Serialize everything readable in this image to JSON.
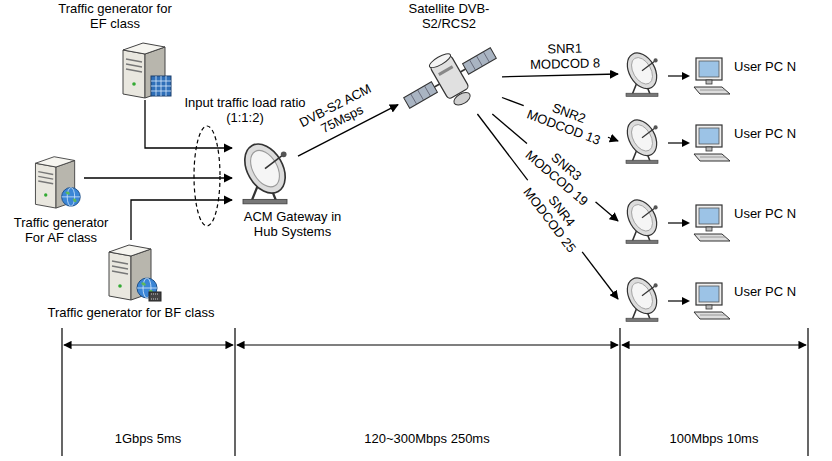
{
  "diagram": {
    "nodes": [
      {
        "text": [
          "Traffic generator for EF class"
        ]
      },
      {
        "text": [
          "Traffic generator For AF class"
        ]
      },
      {
        "text": [
          "Traffic generator for BF class"
        ]
      },
      {
        "text": [
          "ACM Gateway in Hub Systems"
        ]
      },
      {
        "text": [
          "Satellite DVB-S2/RCS2"
        ]
      },
      {
        "text": [
          "User PC N"
        ]
      },
      {
        "text": [
          "User PC N"
        ]
      },
      {
        "text": [
          "User PC N"
        ]
      },
      {
        "text": [
          "User PC N"
        ]
      }
    ],
    "edges": [
      {
        "from": 0,
        "to": 3,
        "arrow": "to"
      },
      {
        "from": 1,
        "to": 3,
        "arrow": "to"
      },
      {
        "from": 2,
        "to": 3,
        "arrow": "to"
      },
      {
        "from": 3,
        "to": 4,
        "label": "DVB-S2 ACM 75Msps",
        "arrow": "to"
      },
      {
        "from": 4,
        "to": 5,
        "label": "SNR1 MODCOD 8",
        "arrow": "to"
      },
      {
        "from": 4,
        "to": 6,
        "label": "SNR2 MODCOD 13",
        "arrow": "to"
      },
      {
        "from": 4,
        "to": 7,
        "label": "SNR3 MODCOD 19",
        "arrow": "to"
      },
      {
        "from": 4,
        "to": 8,
        "label": "SNR4 MODCOD 25",
        "arrow": "to"
      }
    ],
    "labels": [
      "Input traffic load ratio (1:1:2)",
      "1Gbps 5ms",
      "120~300Mbps 250ms",
      "100Mbps 10ms"
    ]
  }
}
